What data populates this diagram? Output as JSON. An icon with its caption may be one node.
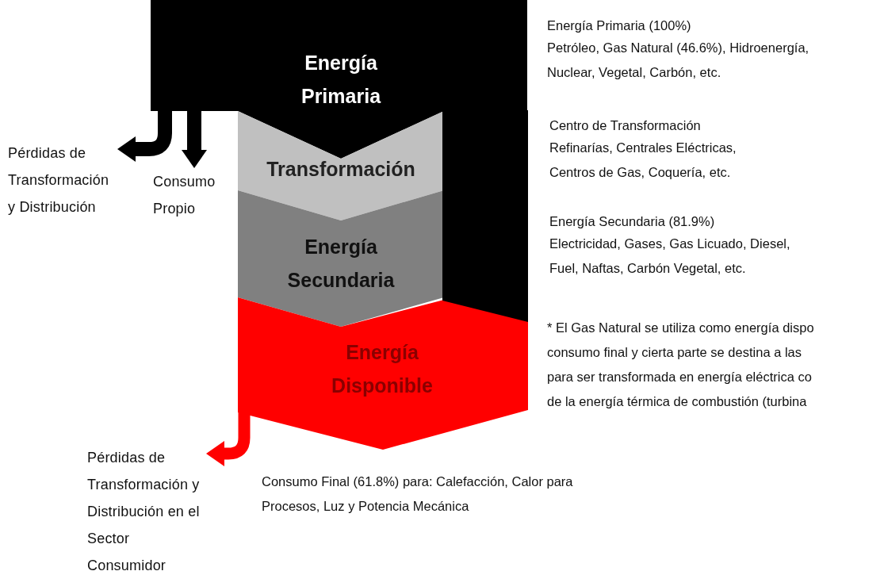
{
  "diagram": {
    "nodes": [
      {
        "text": [
          "Energía Primaria"
        ]
      },
      {
        "text": [
          "Pérdidas de Transformación y Distribución"
        ]
      },
      {
        "text": [
          "Consumo Propio"
        ]
      },
      {
        "text": [
          "Transformación"
        ]
      },
      {
        "text": [
          "Energía Secundaria"
        ]
      },
      {
        "text": [
          "Energía Disponible"
        ]
      },
      {
        "text": [
          "Pérdidas de Transformación y Distribución en el Sector Consumidor"
        ]
      },
      {
        "text": [],
        "shape": "bar"
      }
    ],
    "edges": [
      {
        "from": 0,
        "to": 1,
        "arrow": "to"
      },
      {
        "from": 0,
        "to": 2,
        "arrow": "to"
      },
      {
        "from": 5,
        "to": 6,
        "arrow": "to",
        "color": "#ff0000"
      }
    ],
    "labels": [
      "Energía Primaria (100%)",
      "Petróleo, Gas Natural (46.6%), Hidroenergía, Nuclear, Vegetal, Carbón, etc.",
      "Centro de Transformación",
      "Refinarías, Centrales Eléctricas, Centros de Gas, Coquería, etc.",
      "Energía Secundaria (81.9%)",
      "Electricidad, Gases, Gas Licuado, Diesel, Fuel, Naftas, Carbón Vegetal, etc.",
      "* El Gas Natural se utiliza como energía dispo",
      "consumo final y cierta parte se destina a las",
      "para ser transformada en energía eléctrica co",
      "de la energía térmica de combustión (turbina",
      "Consumo Final (61.8%) para: Calefacción, Calor para Procesos, Luz y Potencia Mecánica"
    ]
  }
}
